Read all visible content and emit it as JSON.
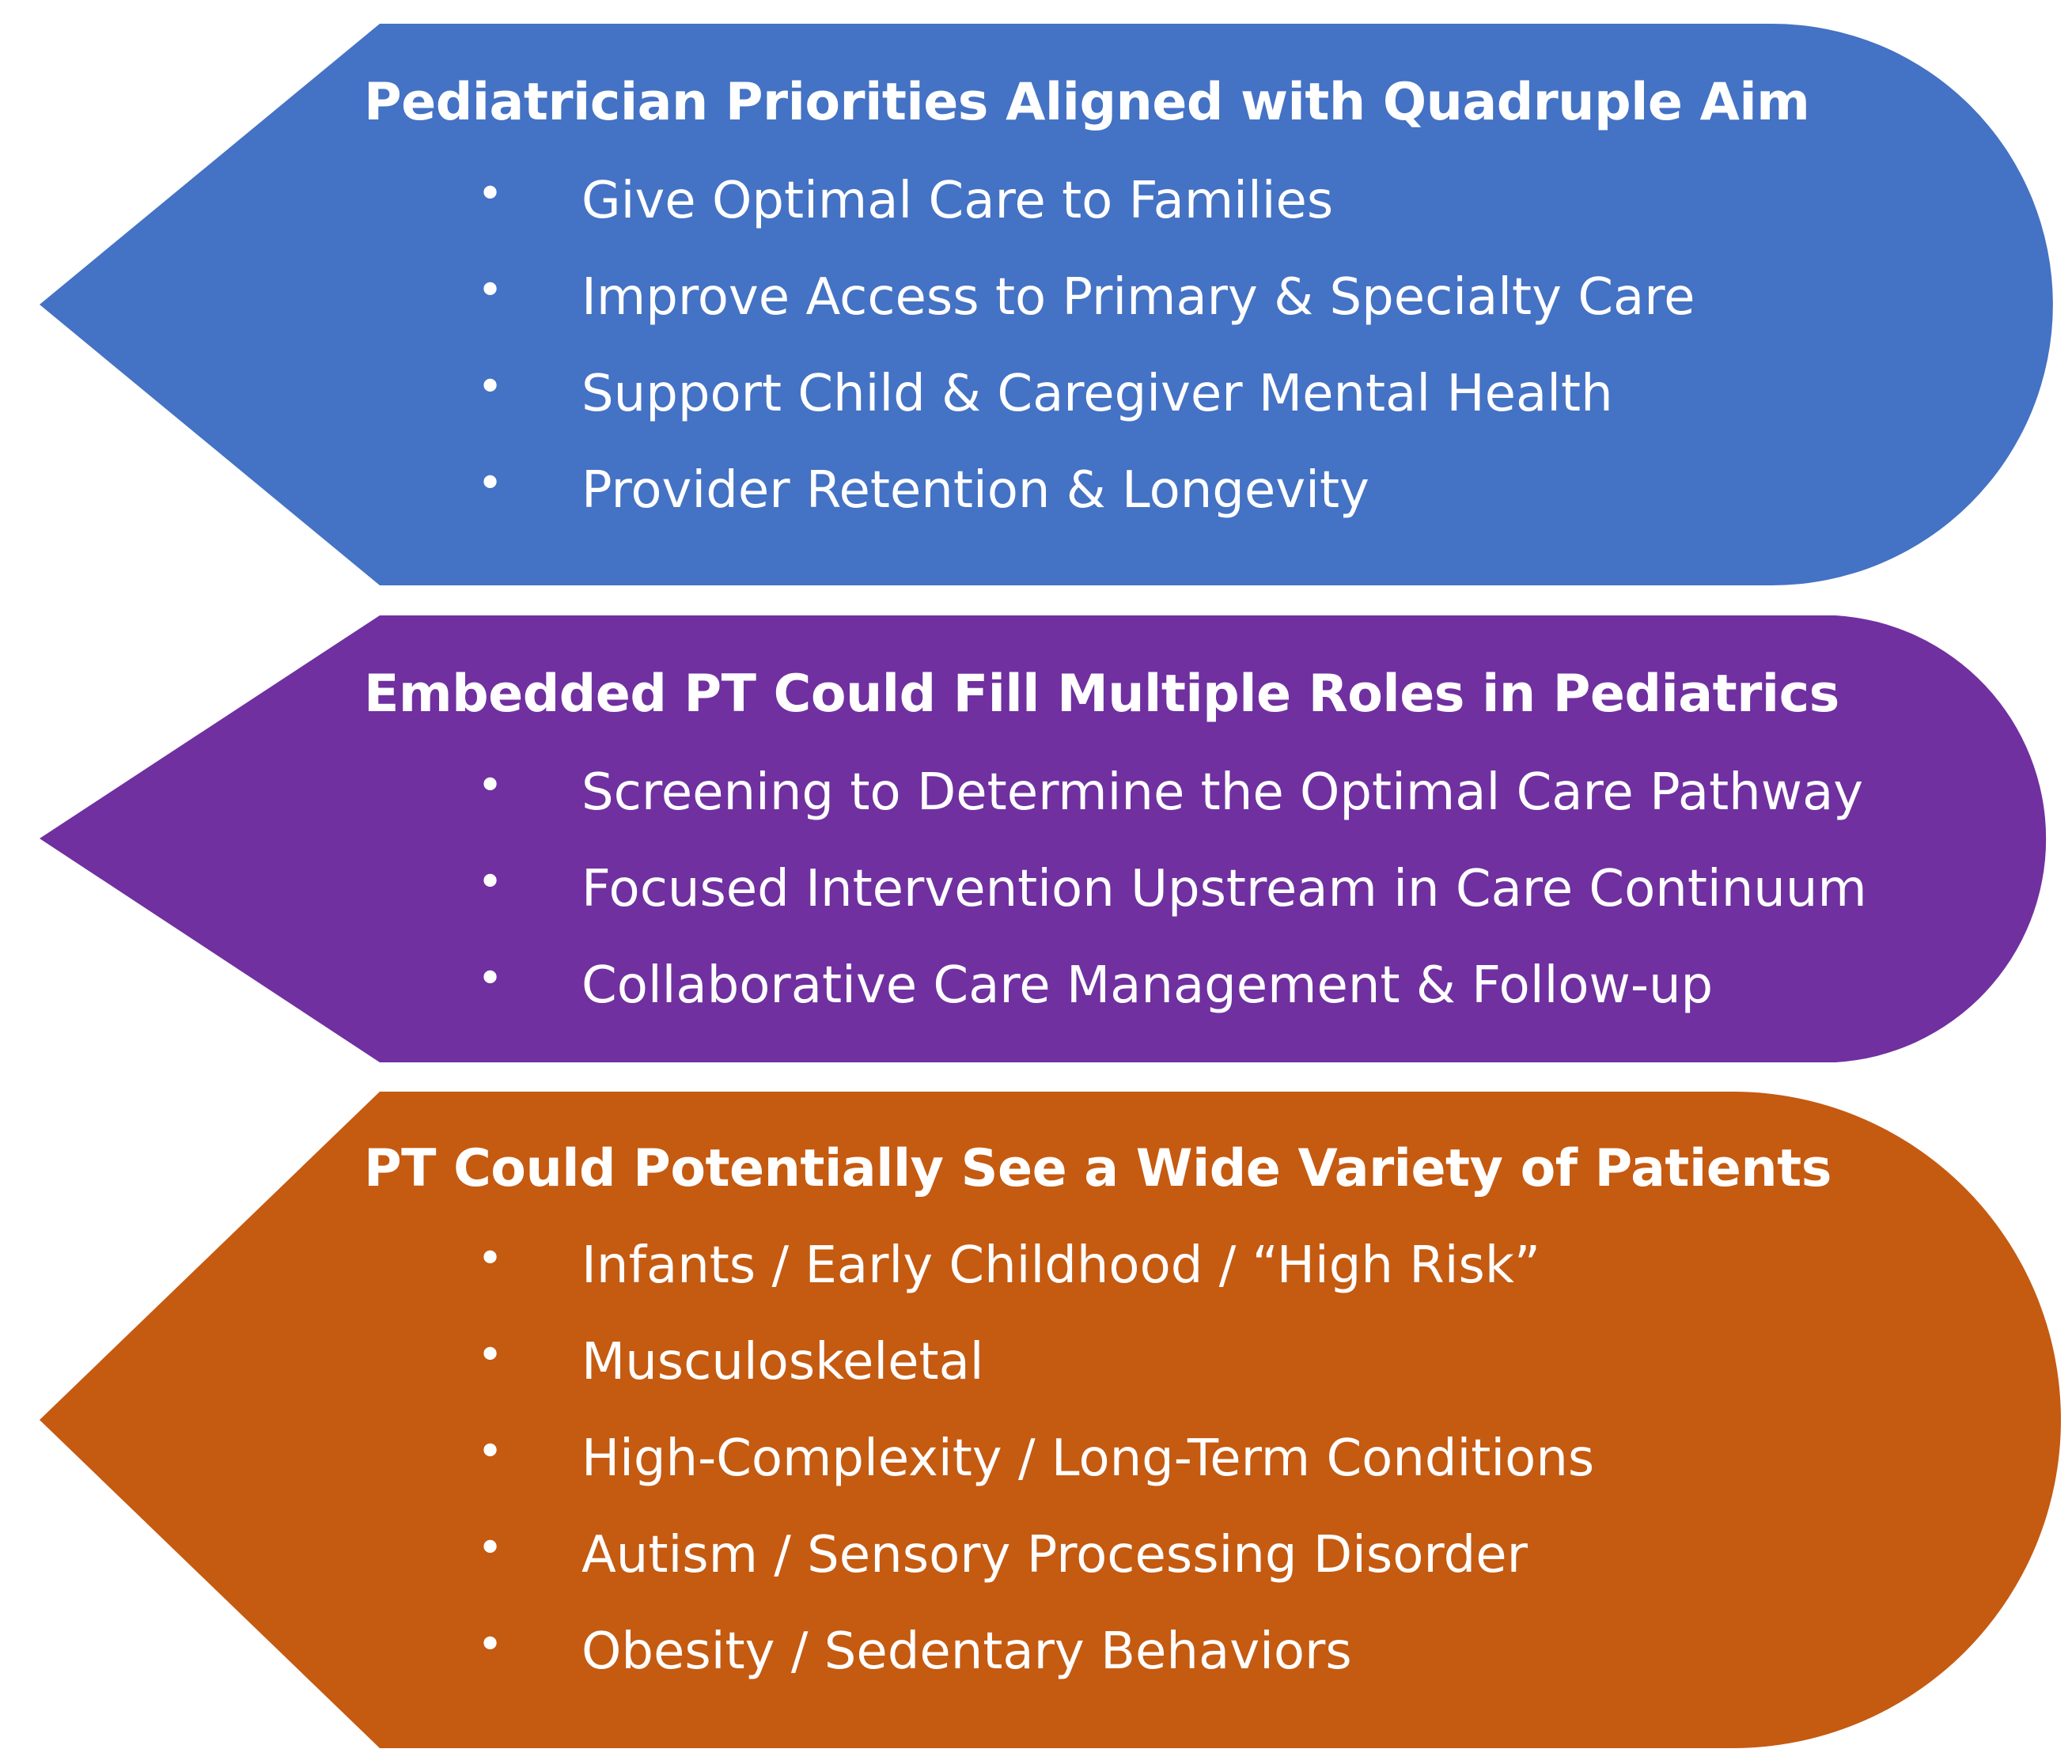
{
  "colors": {
    "blue": "#4472C4",
    "purple": "#7030A0",
    "orange": "#C55A11",
    "text": "#FFFFFF"
  },
  "sections": [
    {
      "heading": "Pediatrician Priorities Aligned with Quadruple Aim",
      "bullet_glyph": "•",
      "items": [
        "Give Optimal Care to Families",
        "Improve Access to Primary & Specialty Care",
        "Support Child & Caregiver Mental Health",
        "Provider Retention & Longevity"
      ]
    },
    {
      "heading": "Embedded PT Could Fill Multiple Roles in Pediatrics",
      "bullet_glyph": "•",
      "items": [
        "Screening to Determine the Optimal Care Pathway",
        "Focused Intervention Upstream in Care Continuum",
        "Collaborative Care Management & Follow-up"
      ]
    },
    {
      "heading": "PT Could Potentially See a Wide Variety of Patients",
      "bullet_glyph": "•",
      "items": [
        "Infants / Early Childhood / “High Risk”",
        "Musculoskeletal",
        "High-Complexity / Long-Term Conditions",
        "Autism / Sensory Processing Disorder",
        "Obesity / Sedentary Behaviors"
      ]
    }
  ]
}
